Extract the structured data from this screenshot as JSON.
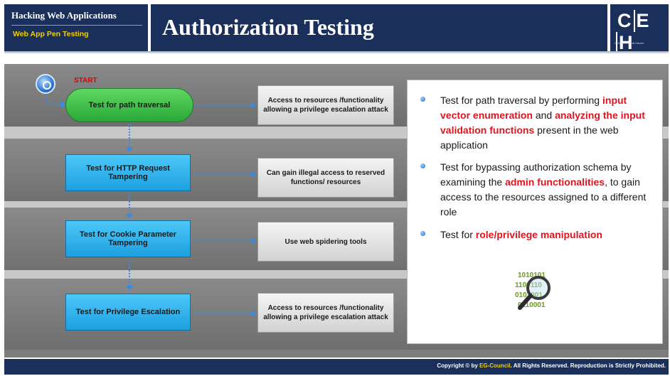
{
  "header": {
    "course": "Hacking Web Applications",
    "module": "Web App Pen Testing",
    "title": "Authorization Testing",
    "logo_letters": [
      "C",
      "E",
      "H"
    ],
    "logo_subtitle": "Certified  Ethical  Hacker"
  },
  "flow": {
    "start_label": "START",
    "steps": [
      {
        "label": "Test for path traversal",
        "description": "Access to resources /functionality allowing a privilege escalation attack"
      },
      {
        "label": "Test for HTTP Request Tampering",
        "description": "Can gain illegal access to reserved functions/ resources"
      },
      {
        "label": "Test for Cookie Parameter Tampering",
        "description": "Use web spidering tools"
      },
      {
        "label": "Test for Privilege Escalation",
        "description": "Access to resources /functionality allowing a privilege escalation attack"
      }
    ]
  },
  "panel": {
    "bullets": [
      {
        "parts": [
          {
            "t": "Test for path traversal by performing ",
            "hl": false
          },
          {
            "t": "input vector enumeration",
            "hl": true
          },
          {
            "t": " and ",
            "hl": false
          },
          {
            "t": "analyzing the input validation functions",
            "hl": true
          },
          {
            "t": " present in the web application",
            "hl": false
          }
        ]
      },
      {
        "parts": [
          {
            "t": "Test for bypassing authorization schema by examining the ",
            "hl": false
          },
          {
            "t": "admin functionalities",
            "hl": true
          },
          {
            "t": ", to gain access to the resources assigned to a different role",
            "hl": false
          }
        ]
      },
      {
        "parts": [
          {
            "t": "Test for ",
            "hl": false
          },
          {
            "t": "role/privilege manipulation",
            "hl": true
          }
        ]
      }
    ],
    "binary_rows": [
      "1010101",
      "1100110",
      "0101001",
      "0110001"
    ]
  },
  "footer": {
    "prefix": "Copyright © by ",
    "brand": "EG-Council",
    "suffix": ". All Rights Reserved. Reproduction is Strictly Prohibited."
  },
  "colors": {
    "header_bg": "#1a2f5a",
    "accent_yellow": "#f4d000",
    "highlight_red": "#e0141e",
    "step_green": "#28a83a",
    "step_blue": "#1ea0e0",
    "arrow_blue": "#3a8be0"
  }
}
